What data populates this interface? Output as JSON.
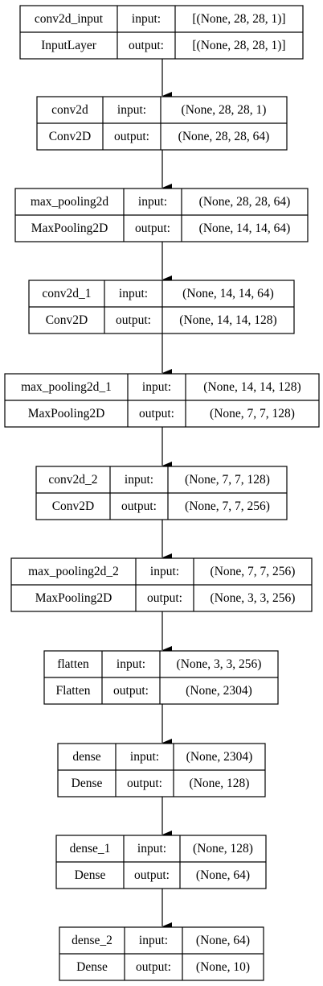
{
  "layers": [
    {
      "name": "conv2d_input",
      "type": "InputLayer",
      "input_label": "input:",
      "output_label": "output:",
      "input_shape": "[(None, 28, 28, 1)]",
      "output_shape": "[(None, 28, 28, 1)]"
    },
    {
      "name": "conv2d",
      "type": "Conv2D",
      "input_label": "input:",
      "output_label": "output:",
      "input_shape": "(None, 28, 28, 1)",
      "output_shape": "(None, 28, 28, 64)"
    },
    {
      "name": "max_pooling2d",
      "type": "MaxPooling2D",
      "input_label": "input:",
      "output_label": "output:",
      "input_shape": "(None, 28, 28, 64)",
      "output_shape": "(None, 14, 14, 64)"
    },
    {
      "name": "conv2d_1",
      "type": "Conv2D",
      "input_label": "input:",
      "output_label": "output:",
      "input_shape": "(None, 14, 14, 64)",
      "output_shape": "(None, 14, 14, 128)"
    },
    {
      "name": "max_pooling2d_1",
      "type": "MaxPooling2D",
      "input_label": "input:",
      "output_label": "output:",
      "input_shape": "(None, 14, 14, 128)",
      "output_shape": "(None, 7, 7, 128)"
    },
    {
      "name": "conv2d_2",
      "type": "Conv2D",
      "input_label": "input:",
      "output_label": "output:",
      "input_shape": "(None, 7, 7, 128)",
      "output_shape": "(None, 7, 7, 256)"
    },
    {
      "name": "max_pooling2d_2",
      "type": "MaxPooling2D",
      "input_label": "input:",
      "output_label": "output:",
      "input_shape": "(None, 7, 7, 256)",
      "output_shape": "(None, 3, 3, 256)"
    },
    {
      "name": "flatten",
      "type": "Flatten",
      "input_label": "input:",
      "output_label": "output:",
      "input_shape": "(None, 3, 3, 256)",
      "output_shape": "(None, 2304)"
    },
    {
      "name": "dense",
      "type": "Dense",
      "input_label": "input:",
      "output_label": "output:",
      "input_shape": "(None, 2304)",
      "output_shape": "(None, 128)"
    },
    {
      "name": "dense_1",
      "type": "Dense",
      "input_label": "input:",
      "output_label": "output:",
      "input_shape": "(None, 128)",
      "output_shape": "(None, 64)"
    },
    {
      "name": "dense_2",
      "type": "Dense",
      "input_label": "input:",
      "output_label": "output:",
      "input_shape": "(None, 64)",
      "output_shape": "(None, 10)"
    }
  ]
}
